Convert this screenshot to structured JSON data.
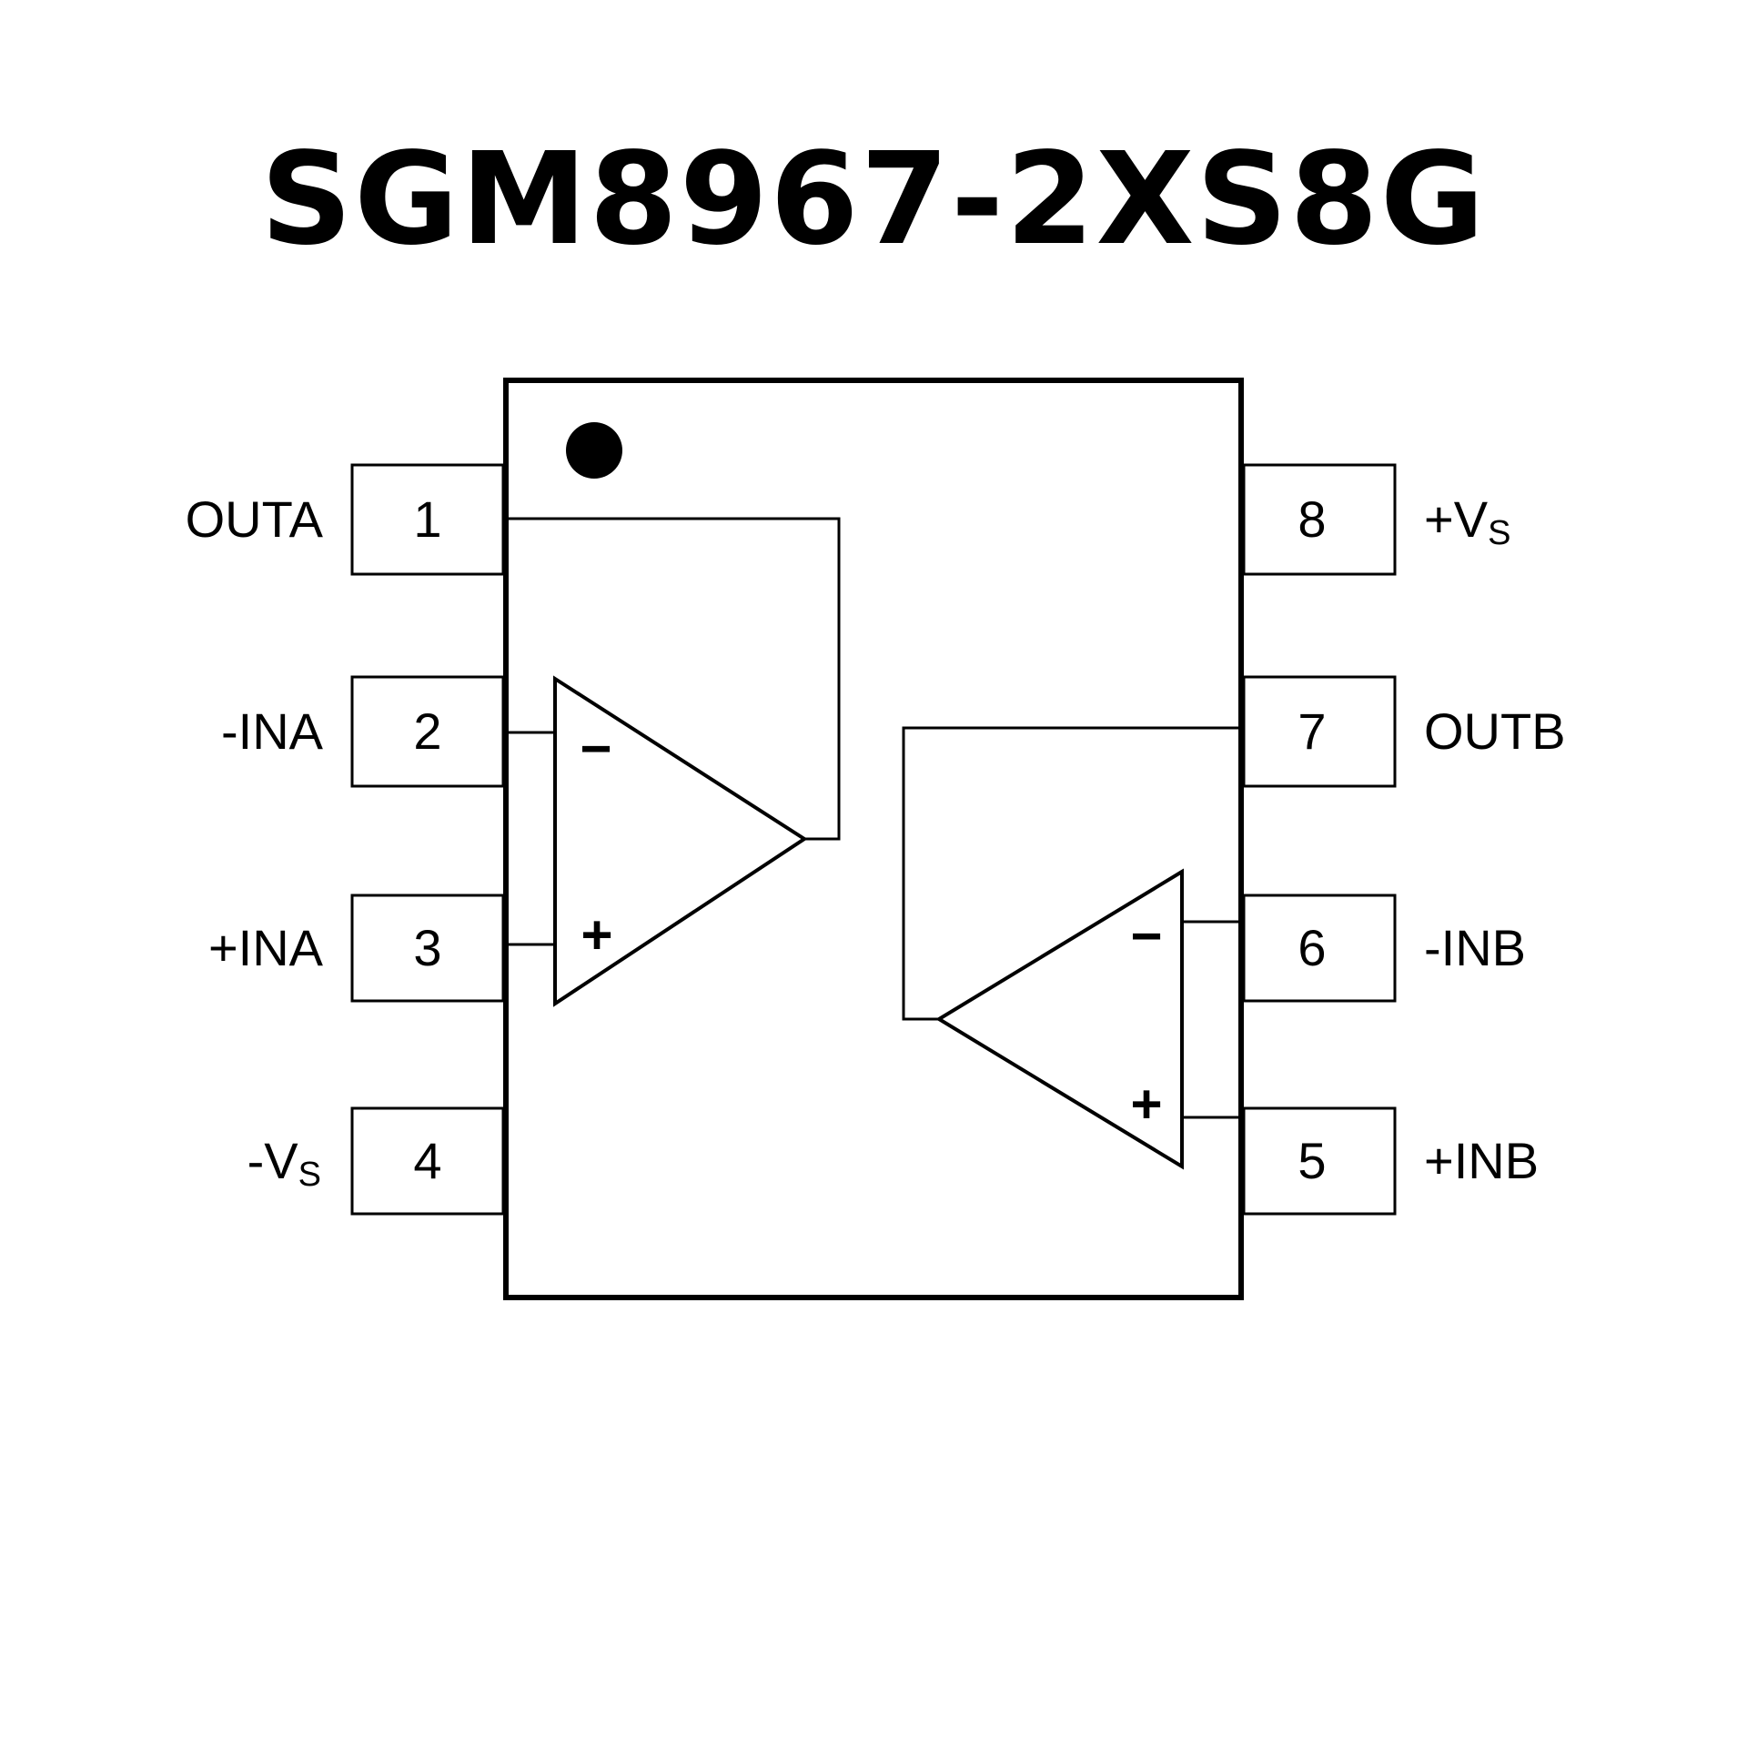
{
  "title": "SGM8967-2XS8G",
  "package": {
    "orientation_mark": "pin-1-dot"
  },
  "pins": {
    "left": [
      {
        "number": "1",
        "name": "OUTA",
        "sub": ""
      },
      {
        "number": "2",
        "name": "-INA",
        "sub": ""
      },
      {
        "number": "3",
        "name": "+INA",
        "sub": ""
      },
      {
        "number": "4",
        "name": "-V",
        "sub": "S"
      }
    ],
    "right": [
      {
        "number": "8",
        "name": "+V",
        "sub": "S"
      },
      {
        "number": "7",
        "name": "OUTB",
        "sub": ""
      },
      {
        "number": "6",
        "name": "-INB",
        "sub": ""
      },
      {
        "number": "5",
        "name": "+INB",
        "sub": ""
      }
    ]
  },
  "amplifiers": {
    "a": {
      "inverting_symbol": "−",
      "noninverting_symbol": "+"
    },
    "b": {
      "inverting_symbol": "−",
      "noninverting_symbol": "+"
    }
  },
  "colors": {
    "line": "#000000",
    "background": "#ffffff"
  }
}
